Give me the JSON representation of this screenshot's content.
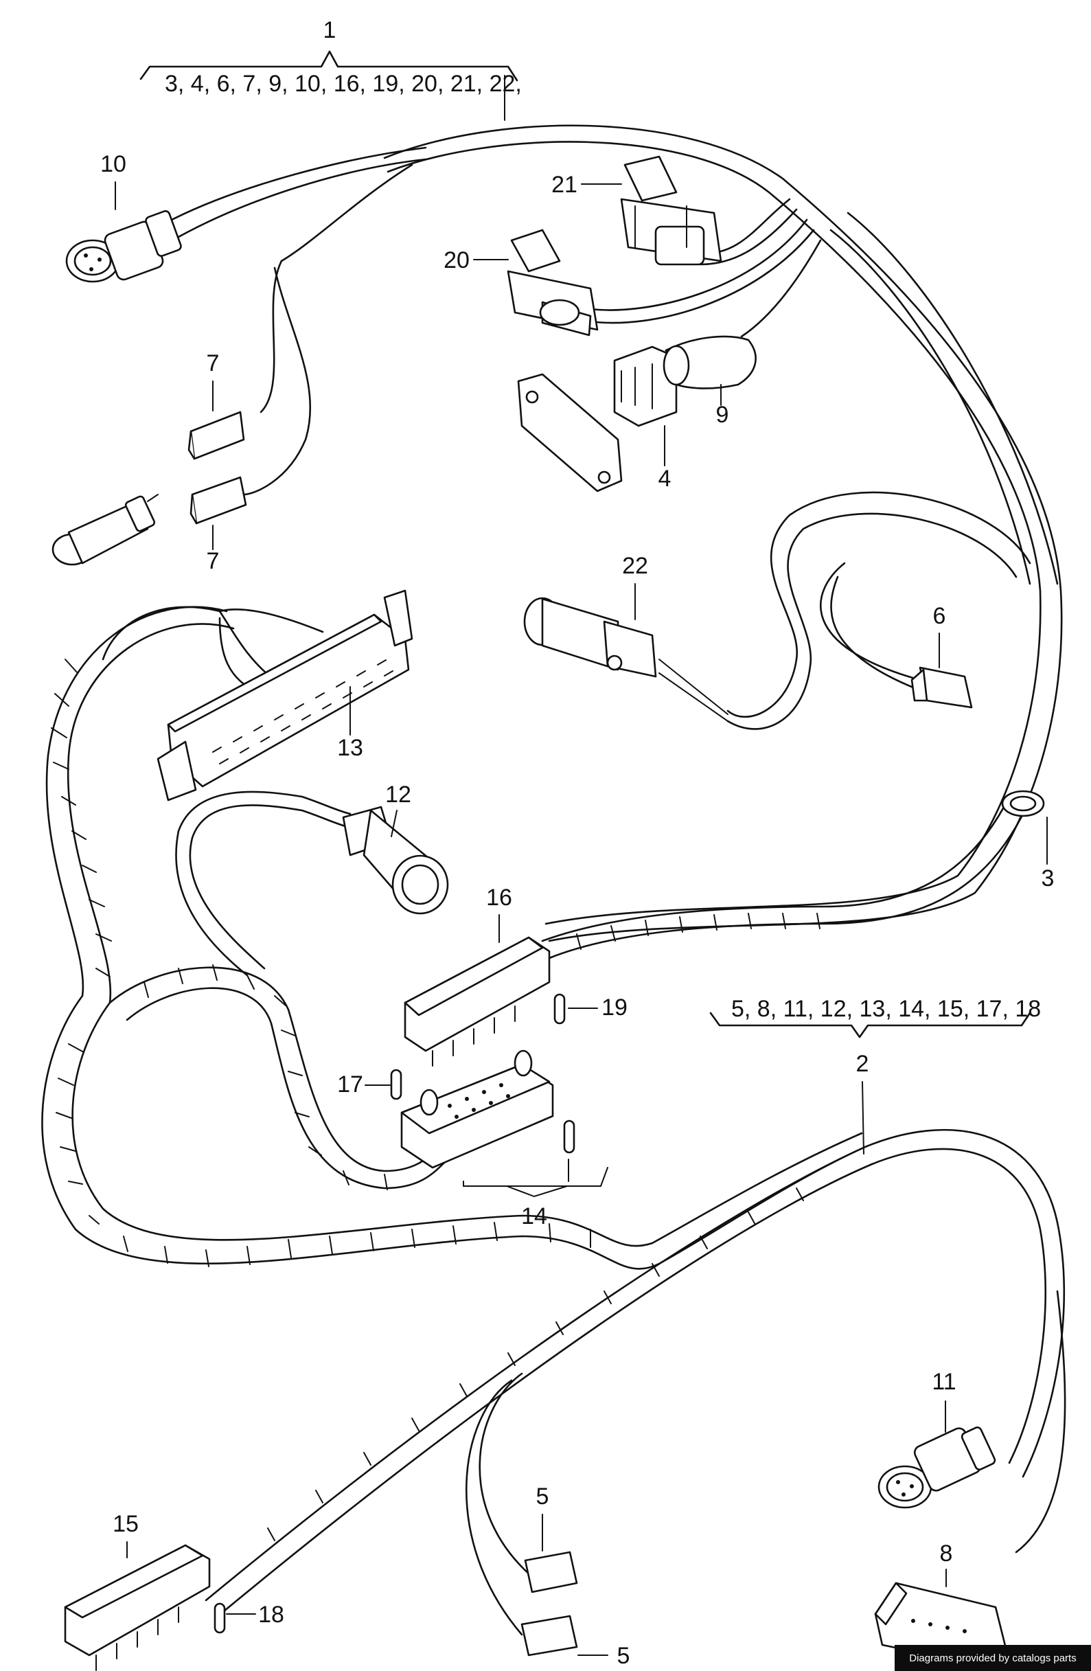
{
  "groups": {
    "harness_1": {
      "number": "1",
      "includes": "3, 4, 6, 7, 9, 10, 16, 19, 20, 21, 22,"
    },
    "harness_2": {
      "number": "2",
      "includes": "5, 8, 11, 12, 13, 14, 15, 17, 18"
    }
  },
  "callouts": {
    "c3": "3",
    "c4": "4",
    "c5a": "5",
    "c5b": "5",
    "c6": "6",
    "c7a": "7",
    "c7b": "7",
    "c8": "8",
    "c9": "9",
    "c10": "10",
    "c11": "11",
    "c12": "12",
    "c13": "13",
    "c14": "14",
    "c15": "15",
    "c16": "16",
    "c17": "17",
    "c18": "18",
    "c19": "19",
    "c20": "20",
    "c21": "21",
    "c22": "22"
  },
  "footer": {
    "credit": "Diagrams provided by catalogs parts"
  }
}
